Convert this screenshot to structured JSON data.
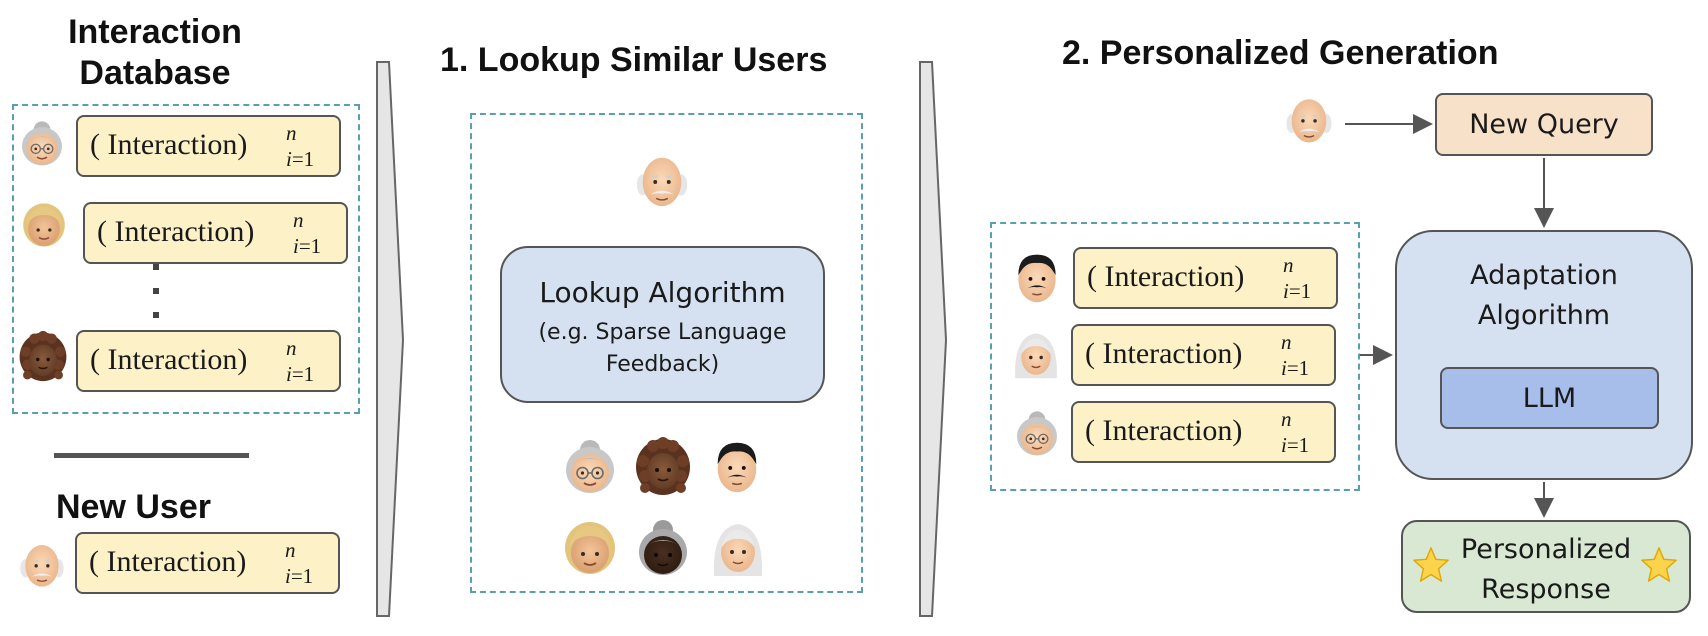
{
  "database": {
    "title_line1": "Interaction",
    "title_line2": "Database"
  },
  "new_user": {
    "title": "New User"
  },
  "steps": {
    "lookup_title": "1. Lookup Similar Users",
    "generation_title": "2. Personalized Generation"
  },
  "interaction": {
    "paren_text": "( Interaction)",
    "sup": "n",
    "sub_var": "i",
    "sub_rest": "=1"
  },
  "lookup_box": {
    "title": "Lookup Algorithm",
    "line2": "(e.g. Sparse Language",
    "line3": "Feedback)"
  },
  "new_query": {
    "label": "New Query"
  },
  "adaptation": {
    "line1": "Adaptation",
    "line2": "Algorithm"
  },
  "llm": {
    "label": "LLM"
  },
  "response": {
    "line1": "Personalized",
    "line2": "Response"
  },
  "colors": {
    "interaction_fill": "#fdf1c7",
    "lookup_fill": "#d5e1f1",
    "query_fill": "#f8e1c9",
    "llm_fill": "#a7bdea",
    "response_fill": "#d9e8d2",
    "dashed_border": "#5a9fb0"
  },
  "icons": [
    "old-woman-icon",
    "blond-person-icon",
    "curly-hair-woman-icon",
    "old-man-icon",
    "mustache-man-icon",
    "white-hair-woman-icon",
    "dark-old-woman-icon",
    "star-icon"
  ]
}
